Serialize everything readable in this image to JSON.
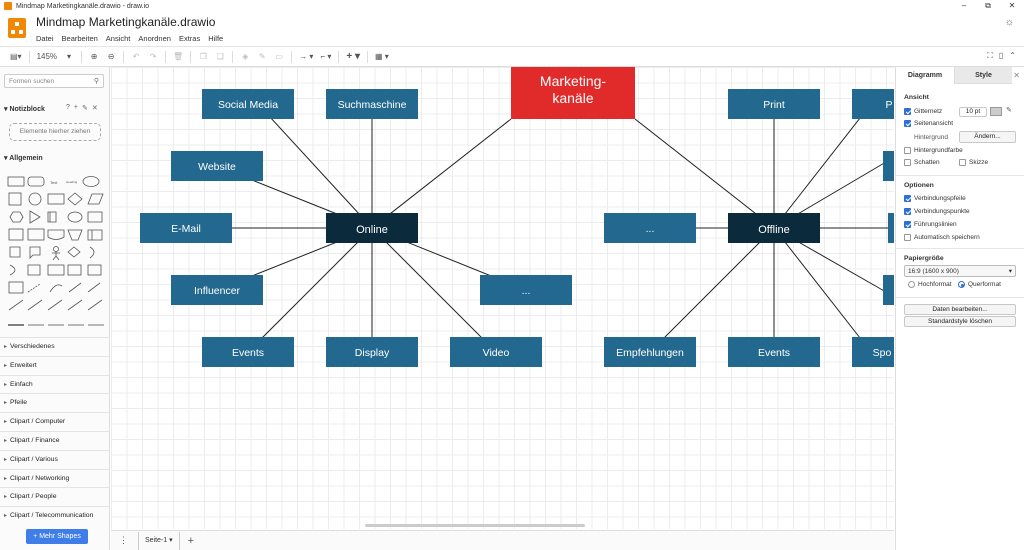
{
  "window": {
    "title": "Mindmap Marketingkanäle.drawio - draw.io",
    "controls": [
      "–",
      "⧉",
      "✕"
    ]
  },
  "header": {
    "doc_title": "Mindmap Marketingkanäle.drawio",
    "menu": [
      "Datei",
      "Bearbeiten",
      "Ansicht",
      "Anordnen",
      "Extras",
      "Hilfe"
    ]
  },
  "toolbar": {
    "zoom": "145%"
  },
  "sidebar": {
    "search_placeholder": "Formen suchen",
    "notiz_title": "Notizblock",
    "dropzone_text": "Elemente hierher ziehen",
    "allgemein_title": "Allgemein",
    "categories": [
      "Verschiedenes",
      "Erweitert",
      "Einfach",
      "Pfeile",
      "Clipart / Computer",
      "Clipart / Finance",
      "Clipart / Various",
      "Clipart / Networking",
      "Clipart / People",
      "Clipart / Telecommunication"
    ],
    "more_shapes": "+ Mehr Shapes"
  },
  "diagram": {
    "central": [
      "Marketing-",
      "kanäle"
    ],
    "hubs": {
      "online": "Online",
      "offline": "Offline"
    },
    "online_nodes": {
      "social": "Social Media",
      "search": "Suchmaschine",
      "website": "Website",
      "email": "E-Mail",
      "influencer": "Influencer",
      "dots": "...",
      "events": "Events",
      "display": "Display",
      "video": "Video"
    },
    "offline_nodes": {
      "dots": "...",
      "print": "Print",
      "p_partial": "P",
      "empfehlungen": "Empfehlungen",
      "events": "Events",
      "spo_partial": "Spo"
    },
    "colors": {
      "central": "#e12b2b",
      "hub": "#0b2a3c",
      "node": "#23698f",
      "edge": "#222222"
    }
  },
  "pagebar": {
    "page_tab": "Seite-1",
    "add": "+"
  },
  "format_panel": {
    "tabs": [
      "Diagramm",
      "Style"
    ],
    "ansicht": "Ansicht",
    "gitternetz": "Gitternetz",
    "grid_size": "10 pt",
    "seitenansicht": "Seitenansicht",
    "hintergrund": "Hintergrund",
    "aendern": "Ändern...",
    "hintergrundfarbe": "Hintergrundfarbe",
    "schatten": "Schatten",
    "skizze": "Skizze",
    "optionen": "Optionen",
    "verbindungspfeile": "Verbindungspfeile",
    "verbindungspunkte": "Verbindungspunkte",
    "fuehrungslinien": "Führungslinien",
    "auto_save": "Automatisch speichern",
    "papiergroesse": "Papiergröße",
    "paper_value": "16:9 (1600 x 900)",
    "hochformat": "Hochformat",
    "querformat": "Querformat",
    "daten_bearbeiten": "Daten bearbeiten...",
    "standardstyle": "Standardstyle löschen"
  }
}
